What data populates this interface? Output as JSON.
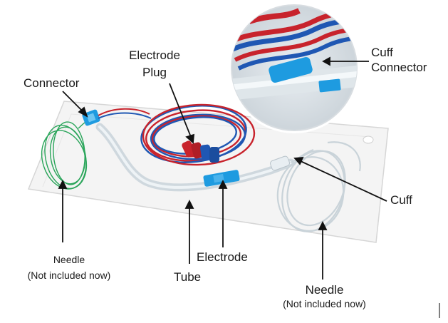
{
  "labels": {
    "connector": "Connector",
    "electrode_plug_line1": "Electrode",
    "electrode_plug_line2": "Plug",
    "cuff_connector_line1": "Cuff",
    "cuff_connector_line2": "Connector",
    "cuff": "Cuff",
    "electrode": "Electrode",
    "tube": "Tube",
    "needle_left_line1": "Needle",
    "needle_left_line2": "(Not included now)",
    "needle_right_line1": "Needle",
    "needle_right_line2": "(Not included now)"
  },
  "colors": {
    "tray": "#f4f4f4",
    "tray_edge": "#d6d6d6",
    "wire_red": "#c8232c",
    "wire_blue": "#1f57b3",
    "green_wire": "#2aa55a",
    "tube_clear": "#dfe6ea",
    "blue_band": "#1e9be0",
    "arrow": "#111111"
  }
}
